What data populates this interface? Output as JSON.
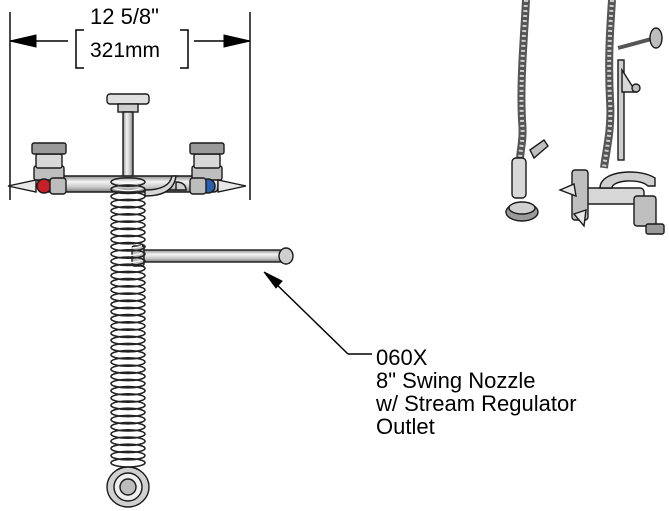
{
  "dimension": {
    "imperial": "12 5/8\"",
    "metric": "321mm"
  },
  "callout": {
    "part_number": "060X",
    "line2": "8\" Swing Nozzle",
    "line3": "w/ Stream Regulator",
    "line4": "Outlet"
  },
  "colors": {
    "hot_handle": "#c8202a",
    "cold_handle": "#2a5fb0",
    "chrome": "#d8d8d8",
    "outline": "#1a1a1a"
  }
}
